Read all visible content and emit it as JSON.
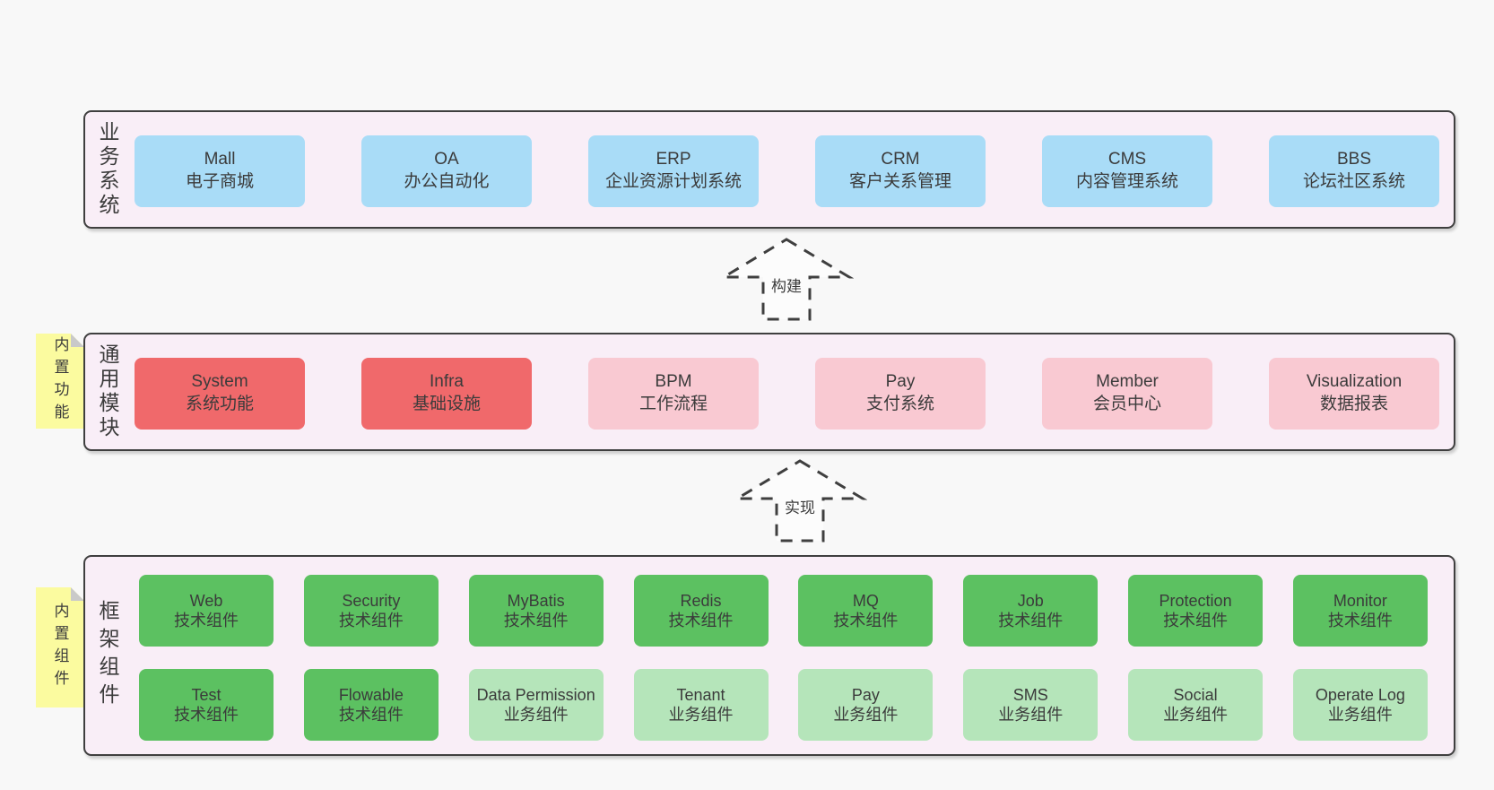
{
  "arrows": {
    "build": "构建",
    "implement": "实现"
  },
  "bands": {
    "business": {
      "label": "业务系统",
      "boxes": [
        {
          "name": "Mall",
          "desc": "电子商城"
        },
        {
          "name": "OA",
          "desc": "办公自动化"
        },
        {
          "name": "ERP",
          "desc": "企业资源计划系统"
        },
        {
          "name": "CRM",
          "desc": "客户关系管理"
        },
        {
          "name": "CMS",
          "desc": "内容管理系统"
        },
        {
          "name": "BBS",
          "desc": "论坛社区系统"
        }
      ]
    },
    "modules": {
      "label": "通用模块",
      "note": "内置功能",
      "boxes": [
        {
          "name": "System",
          "desc": "系统功能"
        },
        {
          "name": "Infra",
          "desc": "基础设施"
        },
        {
          "name": "BPM",
          "desc": "工作流程"
        },
        {
          "name": "Pay",
          "desc": "支付系统"
        },
        {
          "name": "Member",
          "desc": "会员中心"
        },
        {
          "name": "Visualization",
          "desc": "数据报表"
        }
      ]
    },
    "components": {
      "label": "框架组件",
      "note": "内置组件",
      "row1": [
        {
          "name": "Web",
          "desc": "技术组件"
        },
        {
          "name": "Security",
          "desc": "技术组件"
        },
        {
          "name": "MyBatis",
          "desc": "技术组件"
        },
        {
          "name": "Redis",
          "desc": "技术组件"
        },
        {
          "name": "MQ",
          "desc": "技术组件"
        },
        {
          "name": "Job",
          "desc": "技术组件"
        },
        {
          "name": "Protection",
          "desc": "技术组件"
        },
        {
          "name": "Monitor",
          "desc": "技术组件"
        }
      ],
      "row2": [
        {
          "name": "Test",
          "desc": "技术组件"
        },
        {
          "name": "Flowable",
          "desc": "技术组件"
        },
        {
          "name": "Data Permission",
          "desc": "业务组件"
        },
        {
          "name": "Tenant",
          "desc": "业务组件"
        },
        {
          "name": "Pay",
          "desc": "业务组件"
        },
        {
          "name": "SMS",
          "desc": "业务组件"
        },
        {
          "name": "Social",
          "desc": "业务组件"
        },
        {
          "name": "Operate Log",
          "desc": "业务组件"
        }
      ]
    }
  },
  "colors": {
    "page_bg": "#f8f8f8",
    "band_bg": "#f9eef7",
    "band_border": "#3f3f3f",
    "blue_box": "#a9dcf7",
    "red_box": "#f0696b",
    "pink_box": "#f9c9d2",
    "green_box": "#5cc161",
    "green_light_box": "#b5e5ba",
    "note_bg": "#fbfb9f",
    "note_fold": "#c9c9c9",
    "text": "#3b3b3b"
  }
}
